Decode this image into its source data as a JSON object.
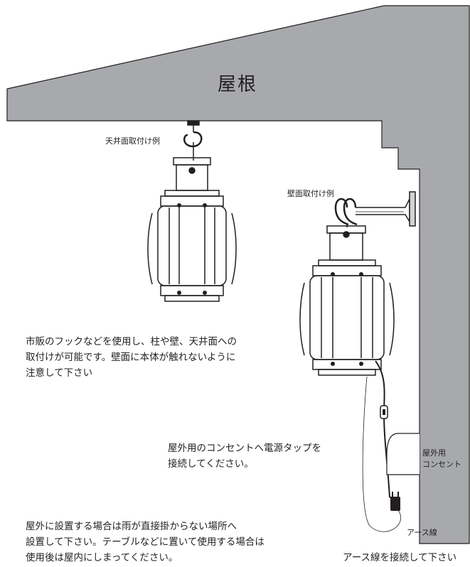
{
  "roof_label": "屋根",
  "ceiling_mount_label": "天井面取付け例",
  "wall_mount_label": "壁面取付け例",
  "hook_note_lines": [
    "市販のフックなどを使用し、柱や壁、天井面への",
    "取付けが可能です。壁面に本体が触れないように",
    "注意して下さい"
  ],
  "outlet_note_lines": [
    "屋外用のコンセントへ電源タップを",
    "接続してください。"
  ],
  "outlet_label_lines": [
    "屋外用",
    "コンセント"
  ],
  "ground_wire_label": "アース線",
  "outdoor_note_lines": [
    "屋外に設置する場合は雨が直接掛からない場所へ",
    "設置して下さい。テーブルなどに置いて使用する場合は",
    "使用後は屋内にしまってください。"
  ],
  "ground_note": "アース線を接続して下さい"
}
